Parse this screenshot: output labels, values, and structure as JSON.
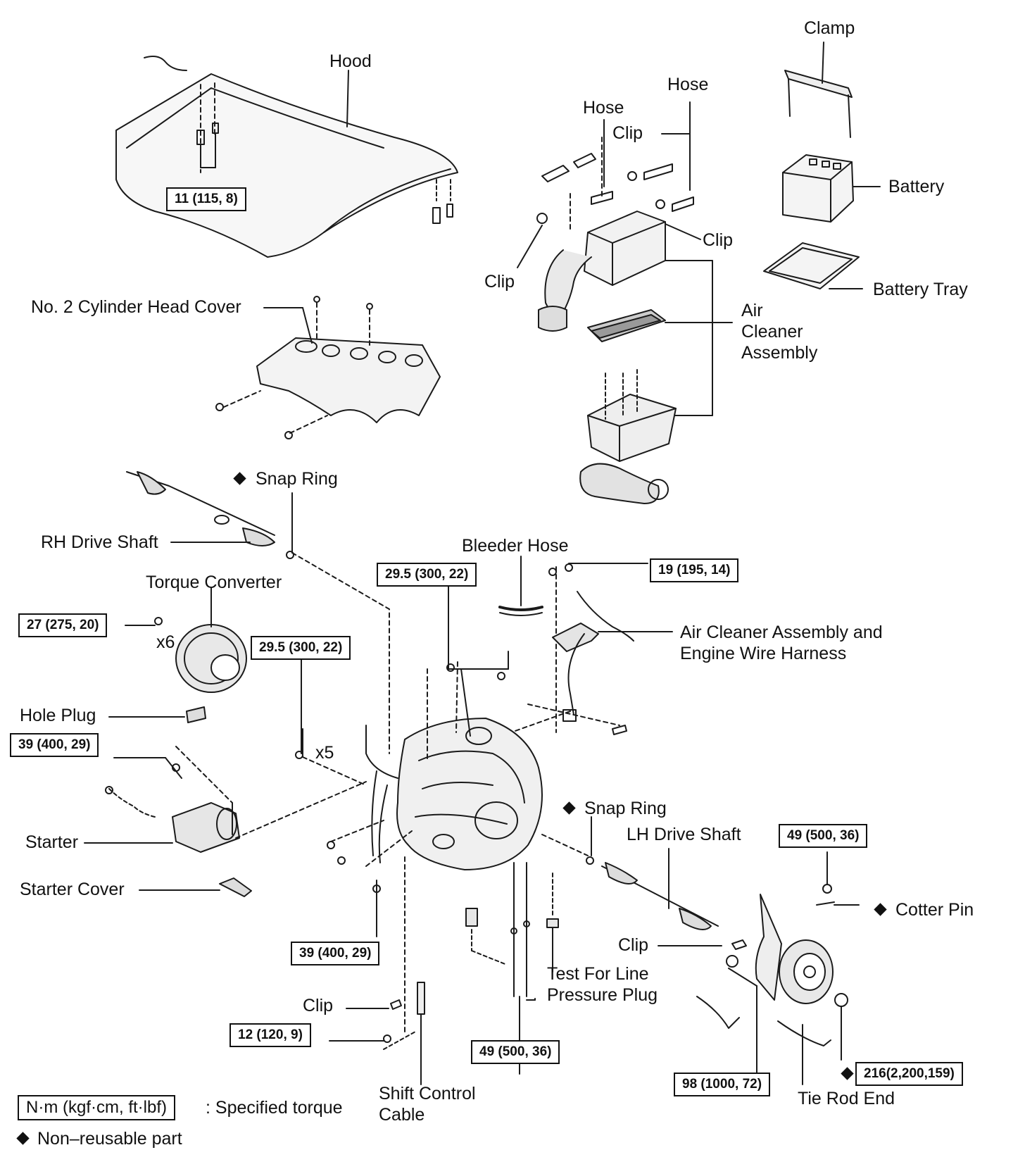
{
  "diagram": {
    "labels": {
      "hood": "Hood",
      "clamp": "Clamp",
      "hose_right": "Hose",
      "hose_left": "Hose",
      "clip_top": "Clip",
      "battery": "Battery",
      "clip_right": "Clip",
      "clip_left": "Clip",
      "battery_tray": "Battery Tray",
      "cyl_head_cover": "No. 2 Cylinder Head Cover",
      "air_cleaner_assembly": [
        "Air",
        "Cleaner",
        "Assembly"
      ],
      "snap_ring_top": "Snap Ring",
      "rh_drive_shaft": "RH Drive Shaft",
      "bleeder_hose": "Bleeder Hose",
      "torque_converter": "Torque Converter",
      "x6": "x6",
      "air_cleaner_harness": [
        "Air Cleaner Assembly and",
        "Engine Wire Harness"
      ],
      "hole_plug": "Hole Plug",
      "x5": "x5",
      "snap_ring_mid": "Snap Ring",
      "lh_drive_shaft": "LH Drive Shaft",
      "starter": "Starter",
      "cotter_pin": "Cotter Pin",
      "starter_cover": "Starter Cover",
      "clip_knuckle": "Clip",
      "test_plug": [
        "Test For Line",
        "Pressure Plug"
      ],
      "clip_shift": "Clip",
      "shift_cable": [
        "Shift Control",
        "Cable"
      ],
      "tie_rod_end": "Tie Rod End"
    },
    "torques": {
      "hood_bolts": "11 (115, 8)",
      "bracket_top": "29.5 (300, 22)",
      "harness_bolt": "19 (195, 14)",
      "torque_converter": "27 (275, 20)",
      "case_bolts": "29.5 (300, 22)",
      "starter": "39 (400, 29)",
      "knuckle_nut": "49 (500, 36)",
      "lower_bolt": "39 (400, 29)",
      "shift_nut": "12 (120, 9)",
      "mount_bolts": "49 (500, 36)",
      "ball_joint": "98 (1000, 72)",
      "hub_nut": "216(2,200,159)"
    },
    "legend": {
      "unit_box": "N·m (kgf·cm, ft·lbf)",
      "unit_text": ": Specified torque",
      "non_reusable": "Non–reusable part"
    }
  }
}
